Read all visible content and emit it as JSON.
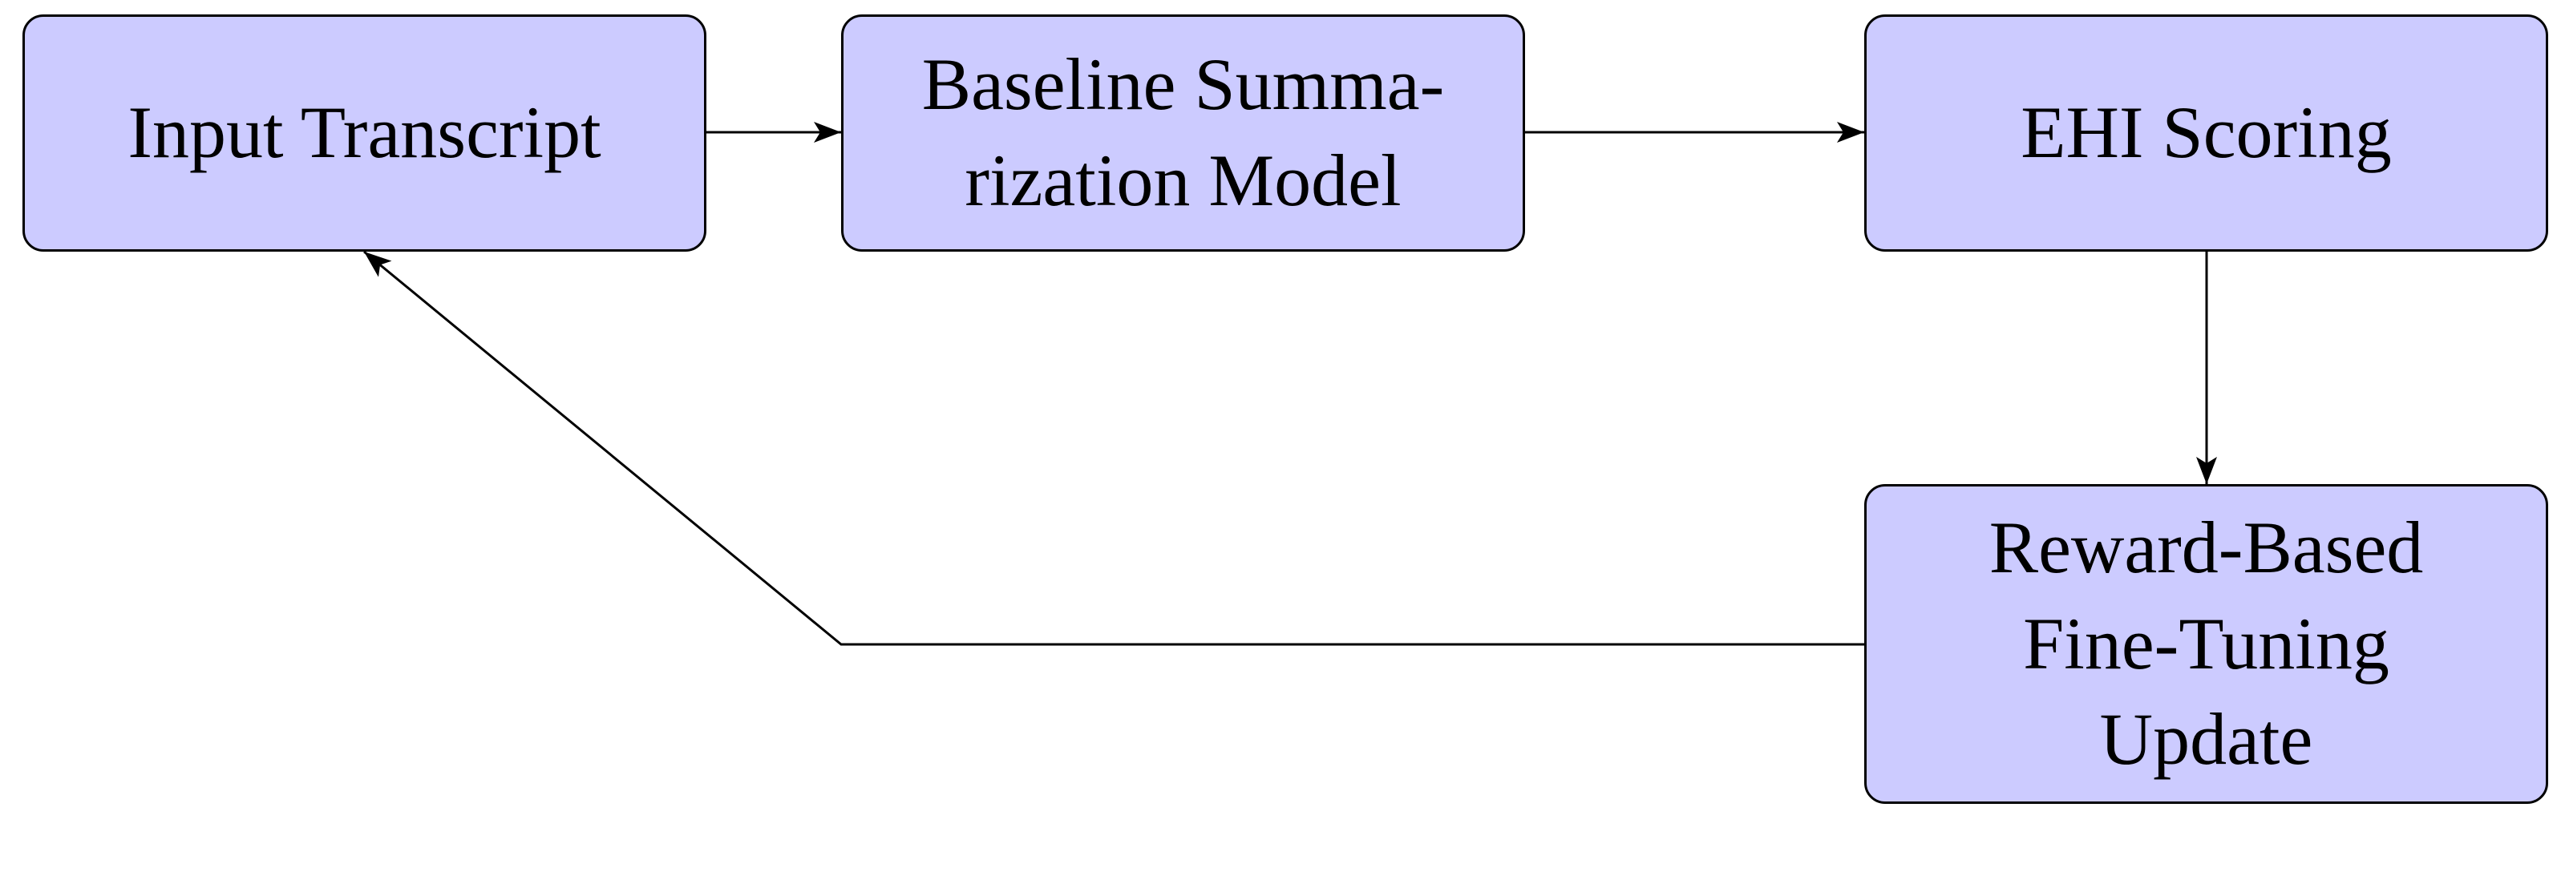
{
  "nodes": {
    "input": {
      "lines": [
        "Input Transcript"
      ]
    },
    "baseline": {
      "lines": [
        "Baseline Summa-",
        "rization Model"
      ]
    },
    "ehi": {
      "lines": [
        "EHI Scoring"
      ]
    },
    "reward": {
      "lines": [
        "Reward-Based",
        "Fine-Tuning",
        "Update"
      ]
    }
  },
  "colors": {
    "node_fill": "#cccbff",
    "stroke": "#000000",
    "background": "#ffffff"
  }
}
